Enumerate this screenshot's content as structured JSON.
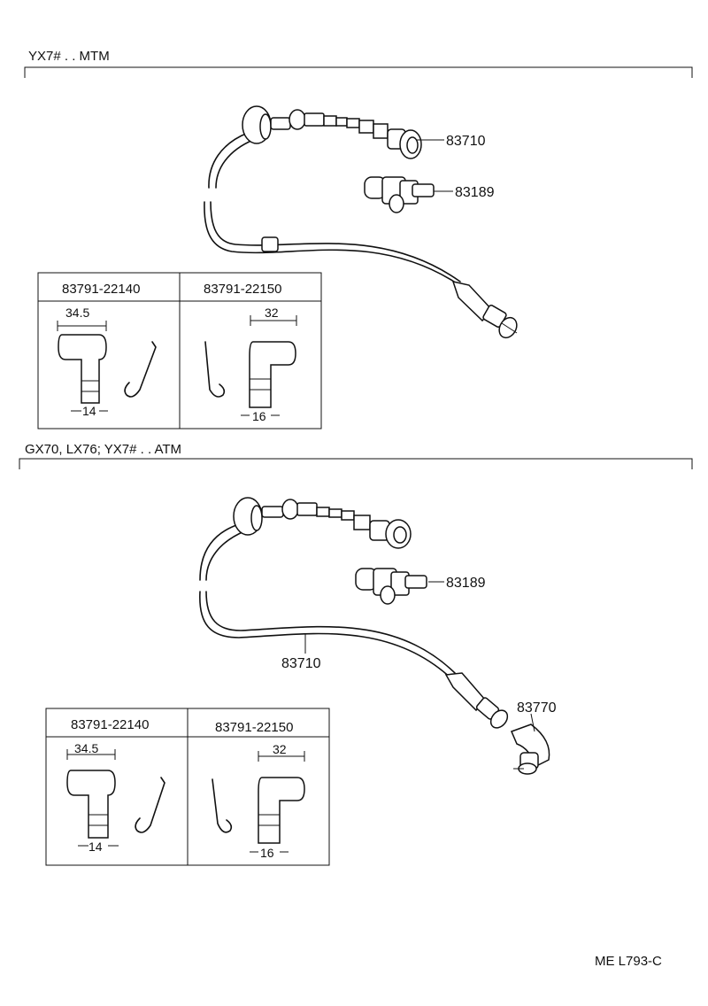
{
  "sections": [
    {
      "title": "YX7# . . MTM",
      "labels": {
        "cable": "83710",
        "sleeve": "83189"
      },
      "table": {
        "col1": {
          "part": "83791-22140",
          "width": "34.5",
          "depth": "14"
        },
        "col2": {
          "part": "83791-22150",
          "width": "32",
          "depth": "16"
        }
      }
    },
    {
      "title": "GX70, LX76; YX7# . . ATM",
      "labels": {
        "sleeve": "83189",
        "cable": "83710",
        "adapter": "83770"
      },
      "table": {
        "col1": {
          "part": "83791-22140",
          "width": "34.5",
          "depth": "14"
        },
        "col2": {
          "part": "83791-22150",
          "width": "32",
          "depth": "16"
        }
      }
    }
  ],
  "footer": {
    "code": "ME L793-C"
  }
}
